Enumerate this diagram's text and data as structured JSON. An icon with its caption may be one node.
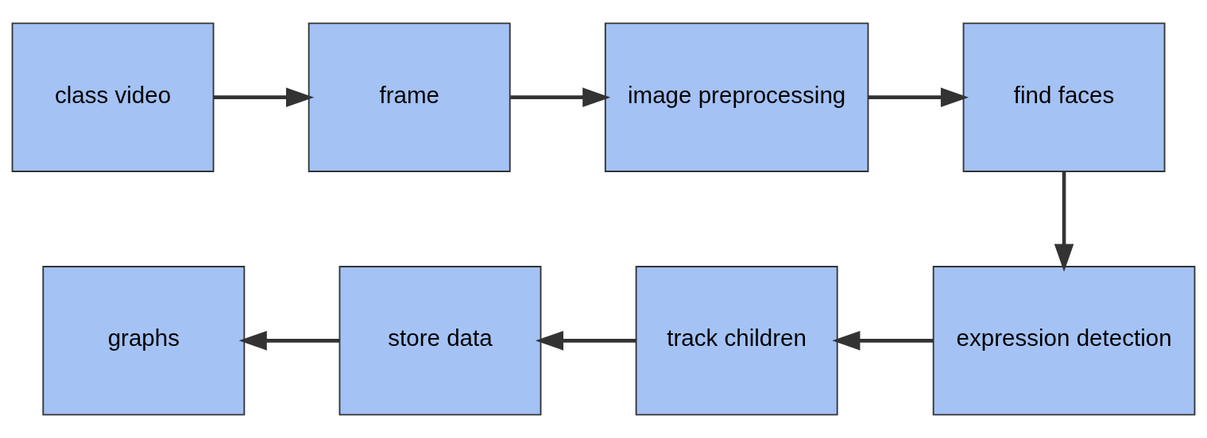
{
  "diagram": {
    "nodes": [
      {
        "text": [
          "class video"
        ]
      },
      {
        "text": [
          "frame"
        ]
      },
      {
        "text": [
          "image preprocessing"
        ]
      },
      {
        "text": [
          "find faces"
        ]
      },
      {
        "text": [
          "expression detection"
        ]
      },
      {
        "text": [
          "track children"
        ]
      },
      {
        "text": [
          "store data"
        ]
      },
      {
        "text": [
          "graphs"
        ]
      }
    ],
    "edges": [
      {
        "from": 0,
        "to": 1,
        "arrow": "to"
      },
      {
        "from": 1,
        "to": 2,
        "arrow": "to"
      },
      {
        "from": 2,
        "to": 3,
        "arrow": "to"
      },
      {
        "from": 3,
        "to": 4,
        "arrow": "to"
      },
      {
        "from": 4,
        "to": 5,
        "arrow": "to"
      },
      {
        "from": 5,
        "to": 6,
        "arrow": "to"
      },
      {
        "from": 6,
        "to": 7,
        "arrow": "to"
      }
    ]
  }
}
